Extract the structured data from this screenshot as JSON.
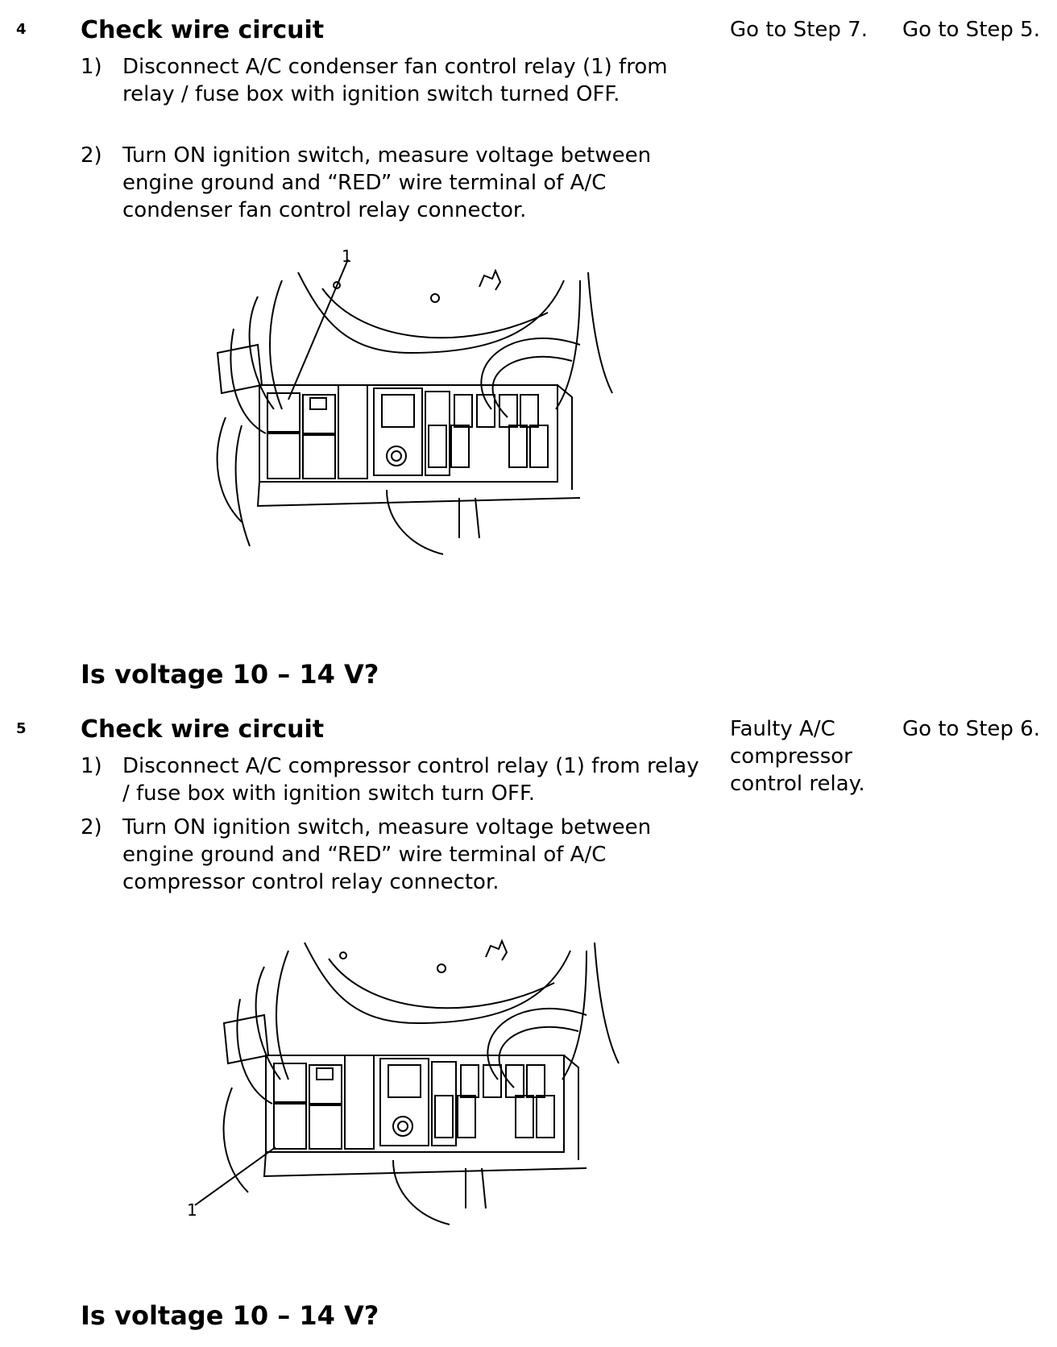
{
  "steps": [
    {
      "number": "4",
      "title": "Check wire circuit",
      "instructions": [
        {
          "num": "1)",
          "text": "Disconnect A/C condenser fan control relay (1) from relay / fuse box with ignition switch turned OFF."
        },
        {
          "num": "2)",
          "text": "Turn ON ignition switch, measure voltage between engine ground and “RED” wire terminal of A/C condenser fan control relay connector."
        }
      ],
      "figure_callout": "1",
      "question": "Is voltage 10 – 14 V?",
      "yes": "Go to Step 7.",
      "no": "Go to Step 5."
    },
    {
      "number": "5",
      "title": "Check wire circuit",
      "instructions": [
        {
          "num": "1)",
          "text": "Disconnect A/C compressor control relay (1) from relay / fuse box with ignition switch turn OFF."
        },
        {
          "num": "2)",
          "text": "Turn ON ignition switch, measure voltage between engine ground and “RED” wire terminal of A/C compressor control relay connector."
        }
      ],
      "figure_callout": "1",
      "question": "Is voltage 10 – 14 V?",
      "yes": "Faulty A/C compressor control relay.",
      "no": "Go to Step 6."
    }
  ]
}
